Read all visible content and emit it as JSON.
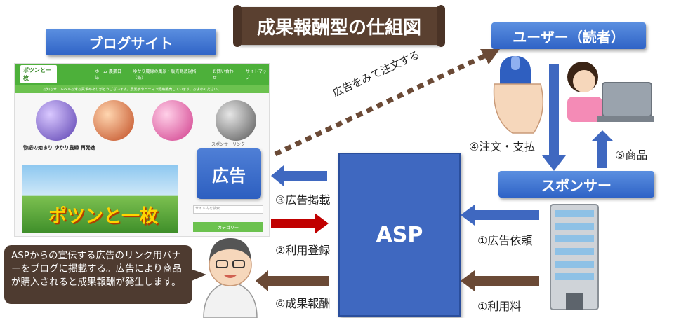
{
  "title": "成果報酬型の仕組図",
  "boxes": {
    "blog": "ブログサイト",
    "user": "ユーザー（読者）",
    "sponsor": "スポンサー",
    "asp": "ASP",
    "ad": "広告"
  },
  "blog_screenshot": {
    "logo": "ポツンと一枚",
    "nav": [
      "ホーム 農業日誌",
      "ゆかり農縁の風景・販売商品規格（鉄）",
      "お問い合わせ",
      "サイトマップ"
    ],
    "bar": "お知らせ　レベルお米お買求めありがとうございます。農業祭やヒーマン野菜販売しています。お求めください。",
    "post_title": "物語の始まり ゆかり農縁 再発進",
    "sidebar_heading": "スポンサーリンク",
    "search_placeholder": "サイト内を検索",
    "category_button": "カテゴリー",
    "banner_text": "ポツンと一枚"
  },
  "edges": {
    "ad_see_order": "広告をみて注文する",
    "order_pay": "④注文・支払",
    "product": "⑤商品",
    "ad_post": "③広告掲載",
    "register": "②利用登録",
    "reward": "⑥成果報酬",
    "ad_request": "①広告依頼",
    "fee": "①利用料"
  },
  "bubble": "ASPからの宣伝する広告のリンク用バナーをブログに掲載する。広告により商品が購入されると成果報酬が発生します。",
  "colors": {
    "blue_box": "#3f68c0",
    "brown": "#5a4030",
    "red_arrow": "#c00000",
    "number_pink": "#e0208a"
  }
}
